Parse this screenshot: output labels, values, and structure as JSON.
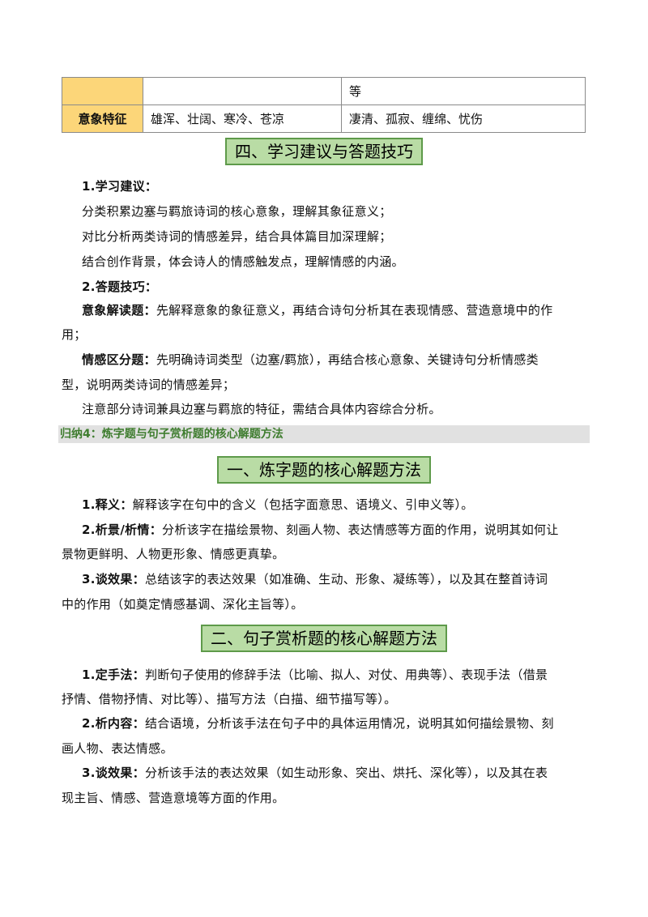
{
  "table": {
    "row1": {
      "label": "",
      "col1": "",
      "col2": "等"
    },
    "row2": {
      "label": "意象特征",
      "col1": "雄浑、壮阔、寒冷、苍凉",
      "col2": "凄清、孤寂、缠绵、忧伤"
    }
  },
  "section4": {
    "title": "四、学习建议与答题技巧",
    "h1": "1.学习建议：",
    "s1": "分类积累边塞与羁旅诗词的核心意象，理解其象征意义；",
    "s2": "对比分析两类诗词的情感差异，结合具体篇目加深理解；",
    "s3": "结合创作背景，体会诗人的情感触发点，理解情感的内涵。",
    "h2": "2.答题技巧：",
    "t1_label": "意象解读题：",
    "t1_a": "先解释意象的象征意义，再结合诗句分析其在表现情感、营造意境中的作",
    "t1_b": "用；",
    "t2_label": "情感区分题：",
    "t2_a": "先明确诗词类型（边塞/羁旅），再结合核心意象、关键诗句分析情感类",
    "t2_b": "型，说明两类诗词的情感差异；",
    "t3": "注意部分诗词兼具边塞与羁旅的特征，需结合具体内容综合分析。"
  },
  "category": "归纳4：炼字题与句子赏析题的核心解题方法",
  "section_a": {
    "title": "一、炼字题的核心解题方法",
    "p1_label": "1.释义：",
    "p1": "解释该字在句中的含义（包括字面意思、语境义、引申义等）。",
    "p2_label": "2.析景/析情：",
    "p2_a": "分析该字在描绘景物、刻画人物、表达情感等方面的作用，说明其如何让",
    "p2_b": "景物更鲜明、人物更形象、情感更真挚。",
    "p3_label": "3.谈效果：",
    "p3_a": "总结该字的表达效果（如准确、生动、形象、凝练等），以及其在整首诗词",
    "p3_b": "中的作用（如奠定情感基调、深化主旨等）。"
  },
  "section_b": {
    "title": "二、句子赏析题的核心解题方法",
    "p1_label": "1.定手法：",
    "p1_a": "判断句子使用的修辞手法（比喻、拟人、对仗、用典等）、表现手法（借景",
    "p1_b": "抒情、借物抒情、对比等）、描写方法（白描、细节描写等）。",
    "p2_label": "2.析内容：",
    "p2_a": "结合语境，分析该手法在句子中的具体运用情况，说明其如何描绘景物、刻",
    "p2_b": "画人物、表达情感。",
    "p3_label": "3.谈效果：",
    "p3_a": "分析该手法的表达效果（如生动形象、突出、烘托、深化等），以及其在表",
    "p3_b": "现主旨、情感、营造意境等方面的作用。"
  }
}
